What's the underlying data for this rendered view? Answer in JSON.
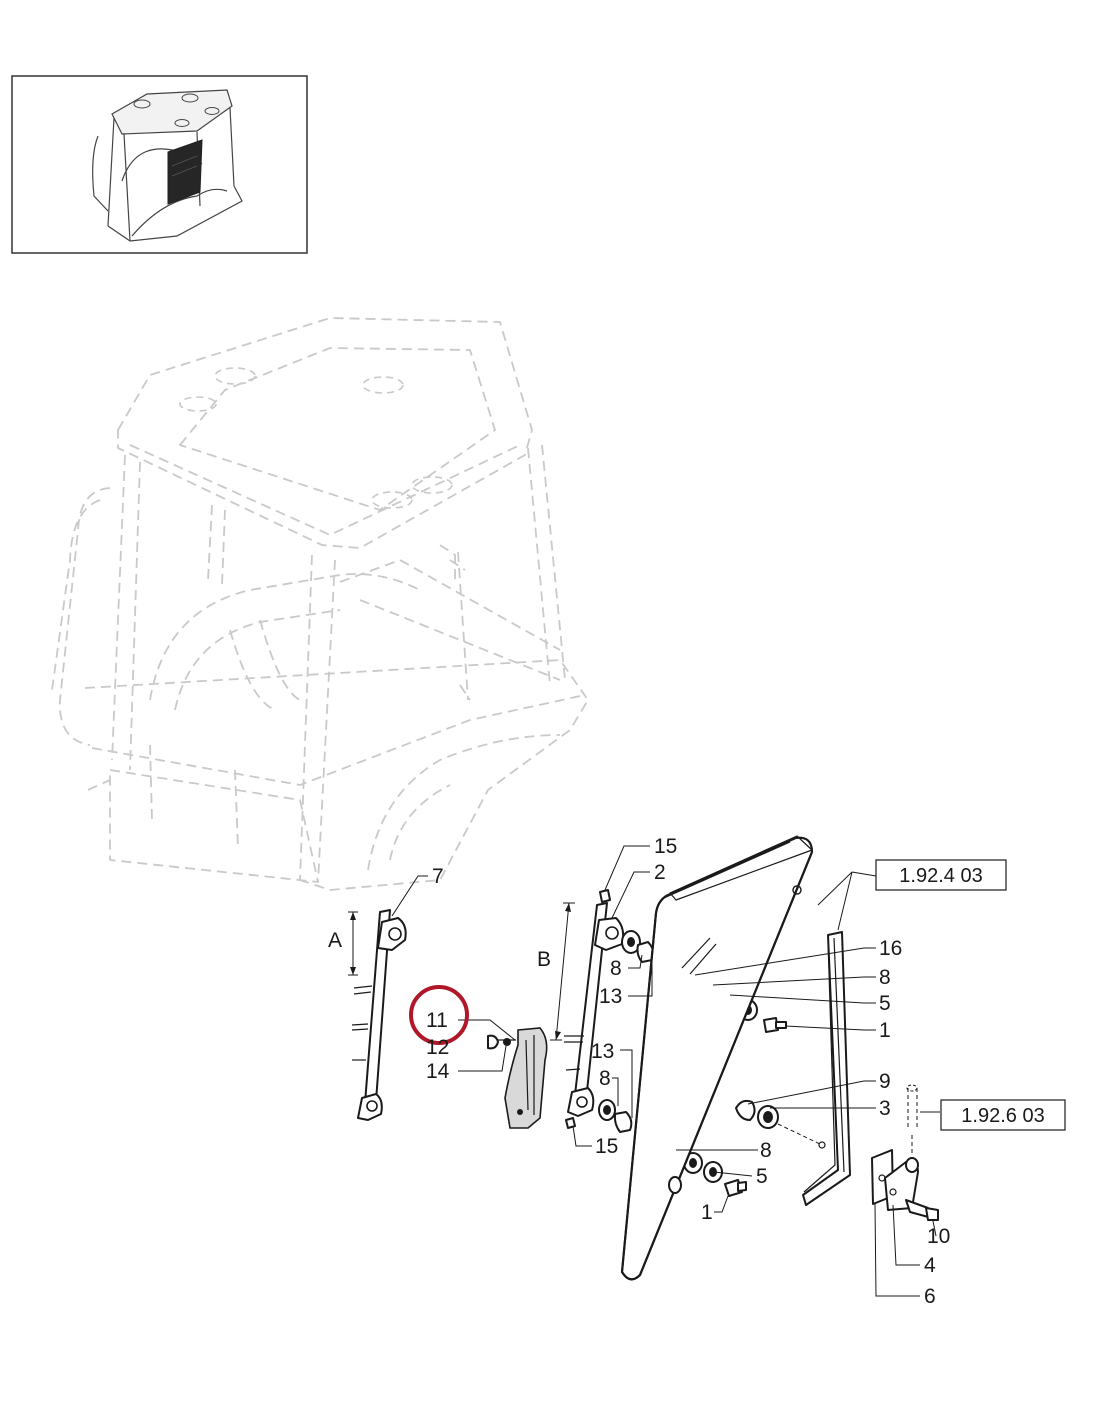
{
  "diagram": {
    "callouts": [
      {
        "id": "c7",
        "text": "7"
      },
      {
        "id": "c15a",
        "text": "15"
      },
      {
        "id": "c2",
        "text": "2"
      },
      {
        "id": "c16",
        "text": "16"
      },
      {
        "id": "c8a",
        "text": "8"
      },
      {
        "id": "c8b",
        "text": "8"
      },
      {
        "id": "c13a",
        "text": "13"
      },
      {
        "id": "c5a",
        "text": "5"
      },
      {
        "id": "c1a",
        "text": "1"
      },
      {
        "id": "c11",
        "text": "11"
      },
      {
        "id": "c12",
        "text": "12"
      },
      {
        "id": "c14",
        "text": "14"
      },
      {
        "id": "c13b",
        "text": "13"
      },
      {
        "id": "c8c",
        "text": "8"
      },
      {
        "id": "c9",
        "text": "9"
      },
      {
        "id": "c3",
        "text": "3"
      },
      {
        "id": "c15b",
        "text": "15"
      },
      {
        "id": "c8d",
        "text": "8"
      },
      {
        "id": "c5b",
        "text": "5"
      },
      {
        "id": "c1b",
        "text": "1"
      },
      {
        "id": "c10",
        "text": "10"
      },
      {
        "id": "c4",
        "text": "4"
      },
      {
        "id": "c6",
        "text": "6"
      }
    ],
    "dimensions": [
      {
        "id": "dimA",
        "text": "A"
      },
      {
        "id": "dimB",
        "text": "B"
      }
    ],
    "references": [
      {
        "id": "ref1",
        "text": "1.92.4 03"
      },
      {
        "id": "ref2",
        "text": "1.92.6 03"
      }
    ],
    "highlight": {
      "target": "11",
      "color": "#b0182a"
    },
    "colors": {
      "line": "#1a1a1a",
      "ghost": "#c9c9c9",
      "fill": "#d9d9d9"
    }
  }
}
